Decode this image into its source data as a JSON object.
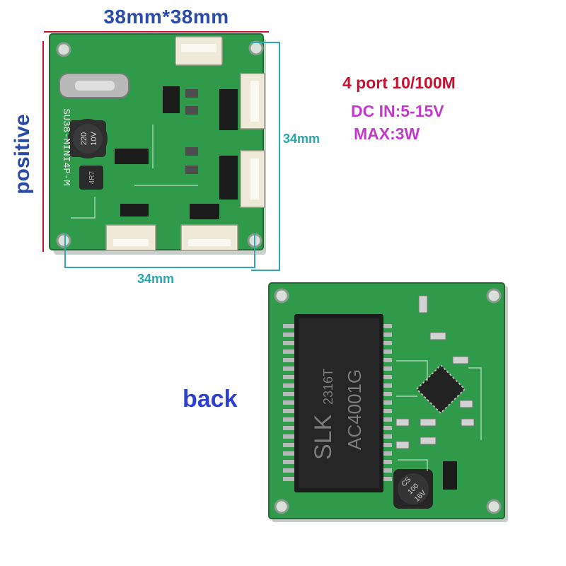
{
  "size_label": "38mm*38mm",
  "side_label": "positive",
  "dim_right": "34mm",
  "dim_bottom": "34mm",
  "specs": {
    "ports": "4 port 10/100M",
    "power_in": "DC IN:5-15V",
    "max_power": "MAX:3W"
  },
  "back_label": "back",
  "colors": {
    "pcb": "#2f9a4a",
    "accent_red": "#c8102e",
    "accent_purple": "#c03cc8",
    "dim_line": "#33a8b5",
    "title_blue": "#2a4ba8"
  },
  "front_board": {
    "silk_model": "SU38-MINI4P-M",
    "cap_text": [
      "220",
      "10V"
    ],
    "inductor_text": "4R7"
  },
  "back_board": {
    "transformer_text": [
      "SLK",
      "2316T",
      "AC4001G"
    ],
    "cap_text": [
      "CS",
      "100",
      "16V"
    ]
  }
}
